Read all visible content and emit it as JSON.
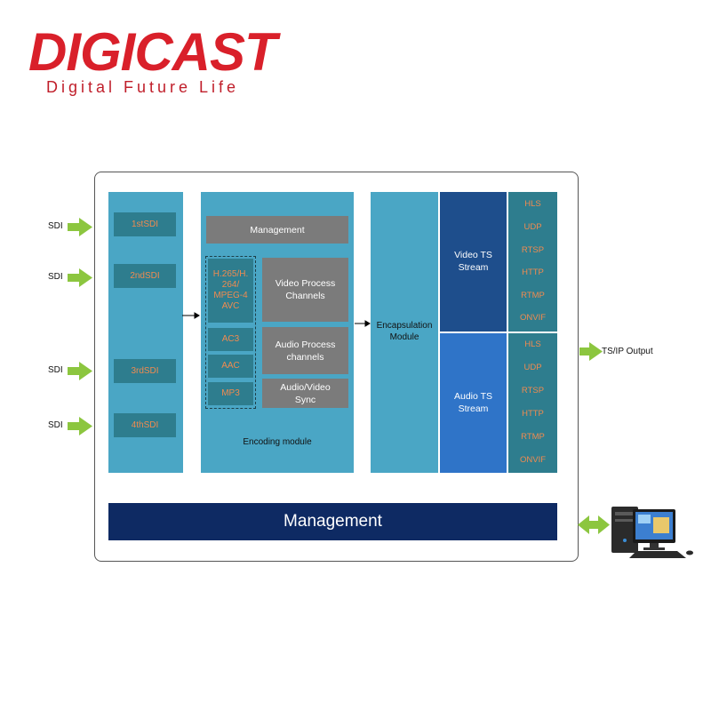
{
  "brand": {
    "logo_text": "DIGICAST",
    "tagline": "Digital Future Life",
    "logo_color": "#d9202a",
    "tagline_color": "#c01e2a"
  },
  "inputs": {
    "labels": [
      "SDI",
      "SDI",
      "SDI",
      "SDI"
    ],
    "boxes": [
      "1stSDI",
      "2ndSDI",
      "3rdSDI",
      "4thSDI"
    ]
  },
  "encoding": {
    "management": "Management",
    "video_codec_lines": [
      "H.265/H.",
      "264/",
      "MPEG-4",
      "AVC"
    ],
    "audio_codecs": [
      "AC3",
      "AAC",
      "MP3"
    ],
    "video_process": [
      "Video Process",
      "Channels"
    ],
    "audio_process": [
      "Audio Process",
      "channels"
    ],
    "av_sync": [
      "Audio/Video",
      "Sync"
    ],
    "module_label": "Encoding module"
  },
  "encapsulation": {
    "label_lines": [
      "Encapsulation",
      "Module"
    ]
  },
  "streams": {
    "video": [
      "Video TS",
      "Stream"
    ],
    "audio": [
      "Audio TS",
      "Stream"
    ]
  },
  "protocols": {
    "video": [
      "HLS",
      "UDP",
      "RTSP",
      "HTTP",
      "RTMP",
      "ONVIF"
    ],
    "audio": [
      "HLS",
      "UDP",
      "RTSP",
      "HTTP",
      "RTMP",
      "ONVIF"
    ]
  },
  "output_label": "TS/IP Output",
  "management_bar": "Management",
  "colors": {
    "arrow_green": "#8cc63f",
    "module_blue": "#4aa6c5",
    "teal": "#2e7d8e",
    "orange_text": "#f08b50",
    "video_stream": "#1e4e8c",
    "audio_stream": "#2f74c8",
    "management_navy": "#0e2a63",
    "gray_box": "#7b7b7b"
  }
}
